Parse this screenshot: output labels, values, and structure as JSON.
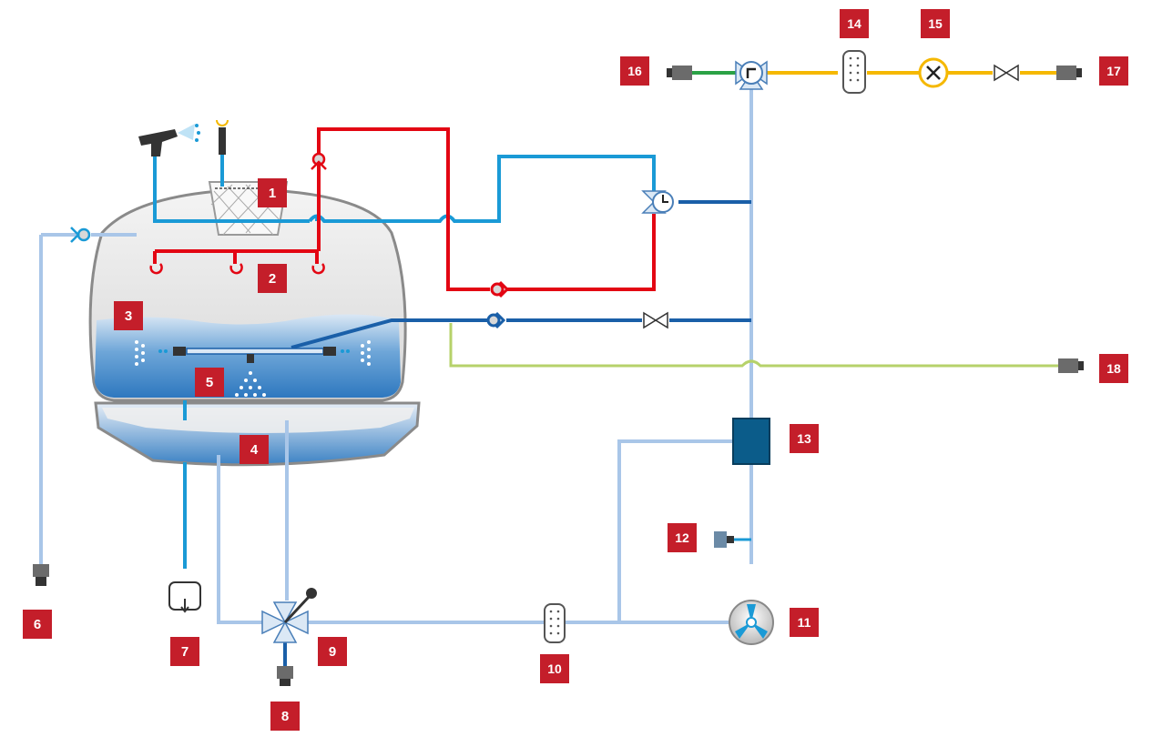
{
  "labels": [
    "1",
    "2",
    "3",
    "4",
    "5",
    "6",
    "7",
    "8",
    "9",
    "10",
    "11",
    "12",
    "13",
    "14",
    "15",
    "16",
    "17",
    "18"
  ],
  "colors": {
    "hot_line": "#e30613",
    "cold_line": "#1a9ad6",
    "dark_blue_line": "#1a5fa8",
    "light_blue_line": "#a9c6e8",
    "yellow_line": "#f5b800",
    "green_line": "#7ab800",
    "lime_line": "#b6d26a",
    "badge": "#c41e2a",
    "tank_shell": "#e9e9e9",
    "water": "#3b86c8",
    "component_gray": "#6b6b6b",
    "ctrl_box": "#0b5c8a"
  },
  "icons": [
    "spray-gun-icon",
    "rotating-nozzle-icon",
    "filter-basket-icon",
    "spray-nozzle-icon",
    "check-valve-icon",
    "three-way-valve-icon",
    "manual-valve-icon",
    "gate-valve-icon",
    "pump-icon",
    "flowmeter-icon",
    "filter-cartridge-icon",
    "sensor-icon",
    "control-box-icon",
    "connector-icon",
    "drain-icon"
  ]
}
